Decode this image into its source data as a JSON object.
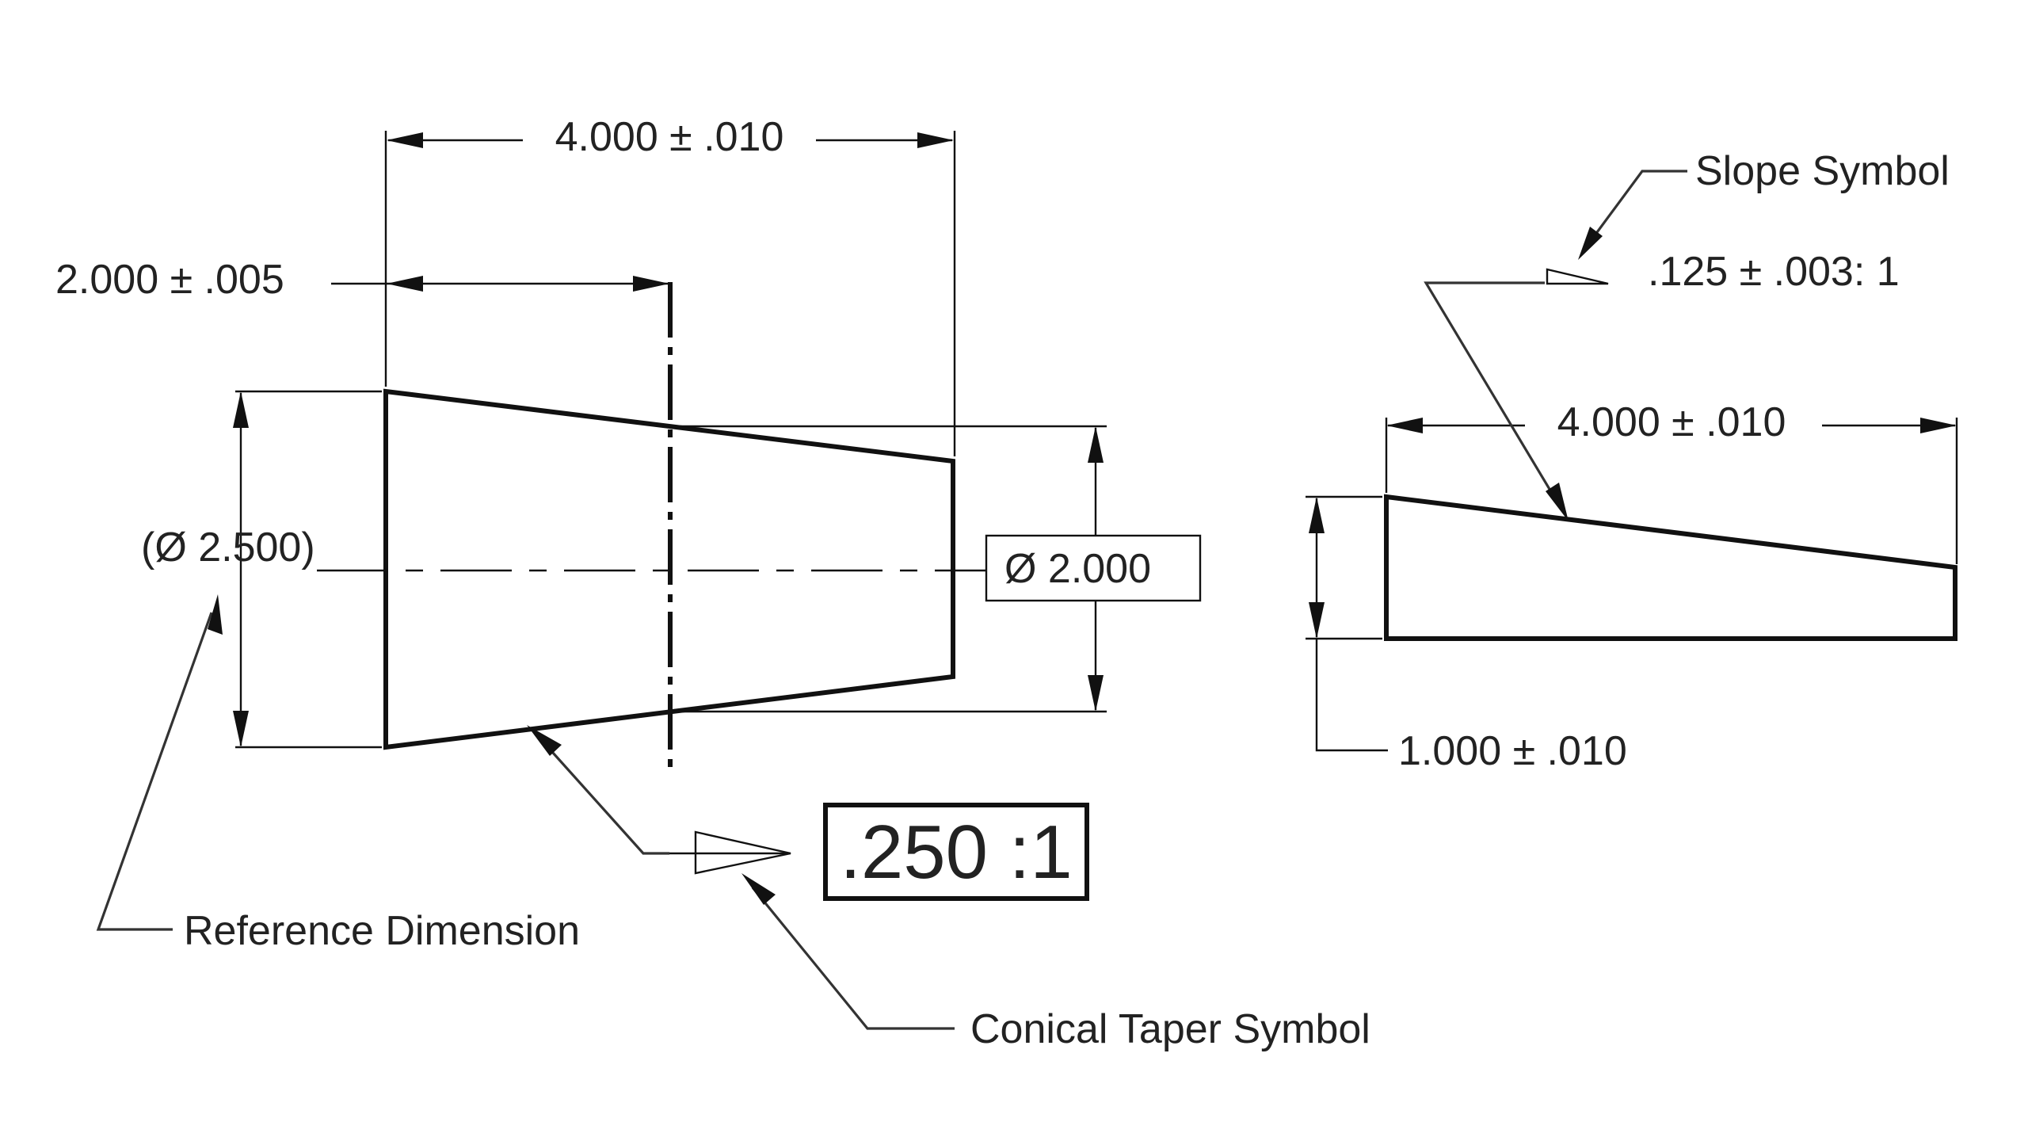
{
  "colors": {
    "background": "#ffffff",
    "line": "#111111",
    "text": "#222222"
  },
  "taper_view": {
    "overall_length": "4.000 ± .010",
    "gauge_length": "2.000 ± .005",
    "large_diameter": "(Ø 2.500)",
    "small_diameter": "Ø 2.000",
    "taper_ratio": ".250 :1"
  },
  "slope_view": {
    "length": "4.000 ± .010",
    "height": "1.000 ± .010",
    "slope_ratio": ".125 ± .003: 1"
  },
  "callouts": {
    "reference_dimension": "Reference Dimension",
    "conical_taper_symbol": "Conical Taper Symbol",
    "slope_symbol": "Slope Symbol"
  }
}
